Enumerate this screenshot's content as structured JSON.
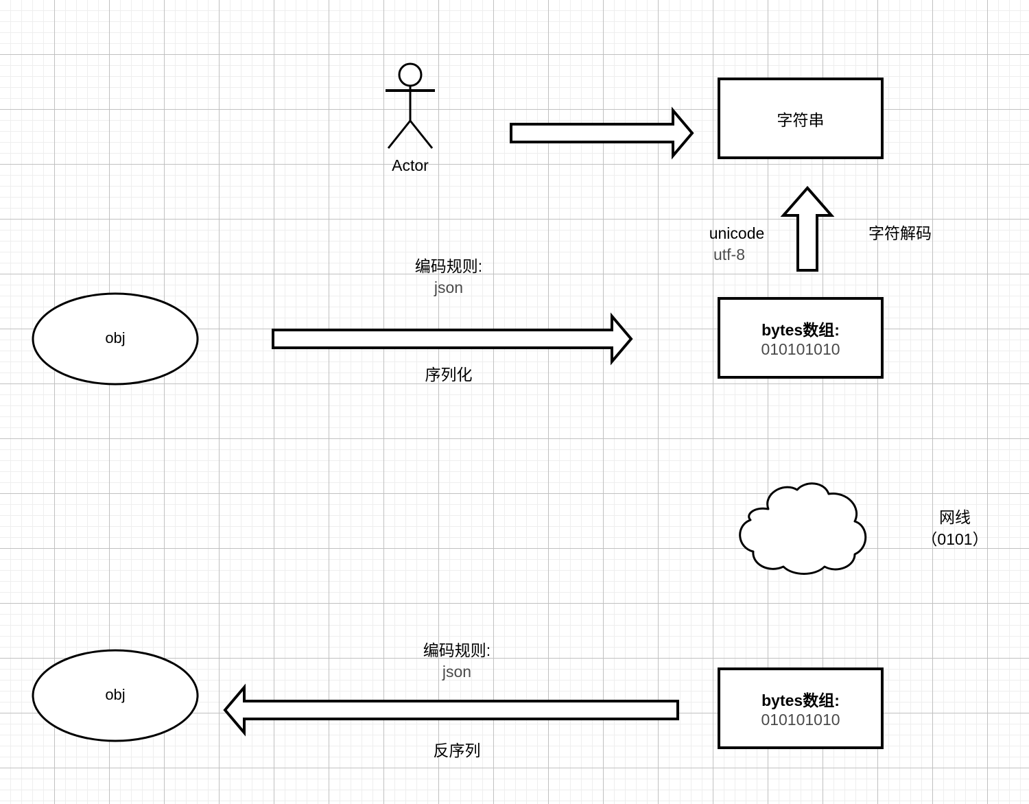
{
  "diagram": {
    "title": "serialization-deserialization-flow",
    "background": {
      "grid_minor_color": "#eeeeee",
      "grid_major_color": "#bebebe",
      "page_color": "#ffffff"
    },
    "stroke_color": "#000000",
    "text_color_primary": "#000000",
    "text_color_secondary": "#4a4a4a"
  },
  "actor": {
    "label": "Actor"
  },
  "nodes": {
    "string_box": {
      "label": "字符串"
    },
    "bytes_box_top": {
      "title": "bytes数组:",
      "value": "010101010"
    },
    "bytes_box_bottom": {
      "title": "bytes数组:",
      "value": "010101010"
    },
    "obj_ellipse_top": {
      "label": "obj"
    },
    "obj_ellipse_bottom": {
      "label": "obj"
    },
    "cloud": {
      "label_line1": "网线",
      "label_line2": "（0101）"
    }
  },
  "annotations": {
    "encode_rule_top": {
      "title": "编码规则:",
      "value": "json"
    },
    "serialize": {
      "label": "序列化"
    },
    "encode_rule_bottom": {
      "title": "编码规则:",
      "value": "json"
    },
    "deserialize": {
      "label": "反序列"
    },
    "unicode": {
      "title": "unicode",
      "value": "utf-8"
    },
    "char_decode": {
      "label": "字符解码"
    }
  },
  "arrows": {
    "actor_to_string": {
      "name": "actor-to-string-arrow",
      "direction": "right"
    },
    "obj_to_bytes": {
      "name": "serialize-arrow",
      "direction": "right"
    },
    "bytes_to_string": {
      "name": "decode-arrow",
      "direction": "up"
    },
    "bytes_to_obj": {
      "name": "deserialize-arrow",
      "direction": "left"
    }
  }
}
